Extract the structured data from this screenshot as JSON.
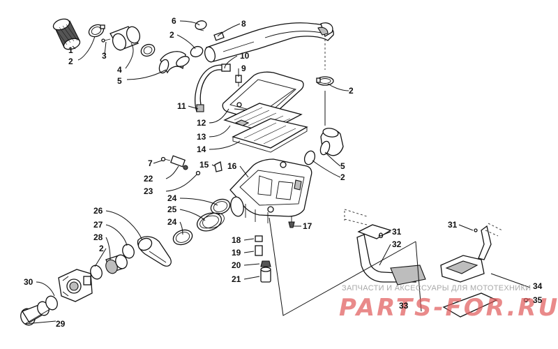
{
  "callouts": {
    "c1": "1",
    "c2a": "2",
    "c3": "3",
    "c4": "4",
    "c5a": "5",
    "c2b": "2",
    "c6": "6",
    "c8": "8",
    "c10": "10",
    "c9": "9",
    "c2c": "2",
    "c11": "11",
    "c12": "12",
    "c13": "13",
    "c14": "14",
    "c7": "7",
    "c22": "22",
    "c23": "23",
    "c15": "15",
    "c16": "16",
    "c5b": "5",
    "c2d": "2",
    "c24a": "24",
    "c25": "25",
    "c24b": "24",
    "c26": "26",
    "c27": "27",
    "c28": "28",
    "c2e": "2",
    "c17": "17",
    "c18": "18",
    "c19": "19",
    "c20": "20",
    "c21": "21",
    "c30": "30",
    "c29": "29",
    "c31a": "31",
    "c32": "32",
    "c31b": "31",
    "c33": "33",
    "c34": "34",
    "c35": "35"
  },
  "watermark": {
    "subtitle": "ЗАПЧАСТИ И АКСЕССУАРЫ ДЛЯ МОТОТЕХНИКИ",
    "brand": "PARTS-FOR.RU"
  },
  "colors": {
    "ink": "#111111",
    "shade": "#bdbdbd",
    "watermark_brand": "#e05a5a",
    "watermark_text": "#a8a8a8"
  }
}
